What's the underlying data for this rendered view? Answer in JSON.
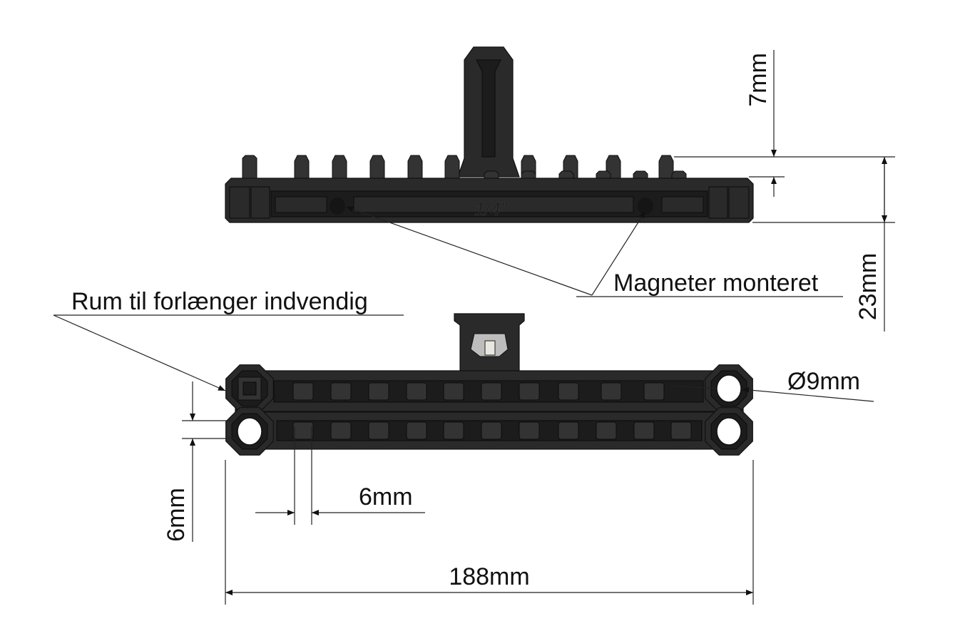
{
  "labels": {
    "height_handle": "7mm",
    "height_total": "23mm",
    "magnets": "Magneter monteret",
    "extension_room": "Rum til forlænger indvendig",
    "hole_diameter": "Ø9mm",
    "spacing_vertical": "6mm",
    "spacing_horizontal": "6mm",
    "length": "188mm",
    "engraving": "1/4\""
  },
  "colors": {
    "part": "#2a2a2a",
    "line": "#222222"
  }
}
